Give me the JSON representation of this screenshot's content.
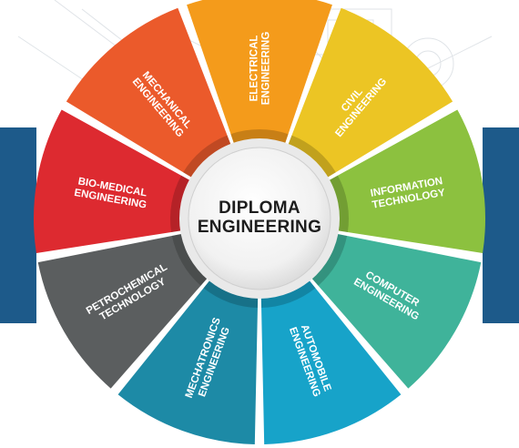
{
  "hub": {
    "line1": "DIPLOMA",
    "line2": "ENGINEERING"
  },
  "colors": {
    "side_bars": "#1d5a8a",
    "hub_ring": "#c8c8c8"
  },
  "segments": [
    {
      "id": "electrical",
      "lines": [
        "ELECTRICAL",
        "ENGINEERING"
      ],
      "color": "#f49b1b"
    },
    {
      "id": "civil",
      "lines": [
        "CIVIL",
        "ENGINEERING"
      ],
      "color": "#ecc524"
    },
    {
      "id": "information-technology",
      "lines": [
        "INFORMATION",
        "TECHNOLOGY"
      ],
      "color": "#8cc13f"
    },
    {
      "id": "computer",
      "lines": [
        "COMPUTER",
        "ENGINEERING"
      ],
      "color": "#3fb39a"
    },
    {
      "id": "automobile",
      "lines": [
        "AUTOMOBILE",
        "ENGINEERING"
      ],
      "color": "#17a3c9"
    },
    {
      "id": "mechatronics",
      "lines": [
        "MECHATRONICS",
        "ENGINEERING"
      ],
      "color": "#1d8aa6"
    },
    {
      "id": "petrochemical",
      "lines": [
        "PETROCHEMICAL",
        "TECHNOLOGY"
      ],
      "color": "#5b5e5f"
    },
    {
      "id": "bio-medical",
      "lines": [
        "BIO-MEDICAL",
        "ENGINEERING"
      ],
      "color": "#dd2a30"
    },
    {
      "id": "mechanical",
      "lines": [
        "MECHANICAL",
        "ENGINEERING"
      ],
      "color": "#eb5a2b"
    }
  ]
}
